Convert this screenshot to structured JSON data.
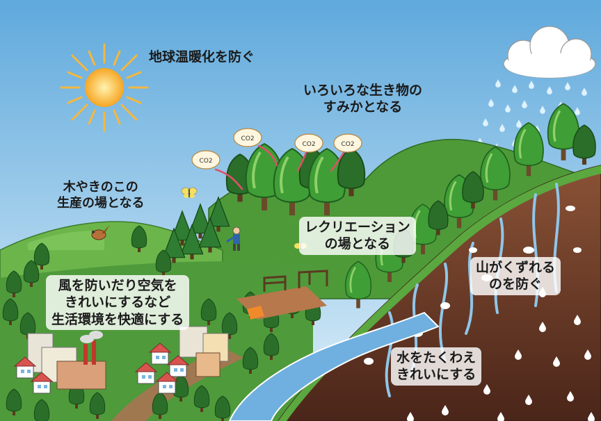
{
  "labels": {
    "prevent_warming": "地球温暖化を防ぐ",
    "habitat": [
      "いろいろな生き物の",
      "すみかとなる"
    ],
    "mushroom": [
      "木やきのこの",
      "生産の場となる"
    ],
    "recreation": [
      "レクリエーション",
      "の場となる"
    ],
    "landslide": [
      "山がくずれる",
      "のを防ぐ"
    ],
    "environment": [
      "風を防いだり空気を",
      "きれいにするなど",
      "生活環境を快適にする"
    ],
    "water": [
      "水をたくわえ",
      "きれいにする"
    ]
  },
  "co2_bubble_text": "CO2",
  "colors": {
    "sky_top": "#5fa9dc",
    "sky_bottom": "#dff0fa",
    "hill": "#5aa83f",
    "tree": "#3f9e35",
    "dark_tree": "#2b6e2a",
    "soil": "#6b3d2a",
    "river": "#6fb0e0",
    "sun": "#f6b73c"
  },
  "icons": [
    "sun-icon",
    "cloud-icon",
    "rain-icon",
    "co2-bubble-icon",
    "tree-icon",
    "house-icon",
    "factory-icon",
    "butterfly-icon",
    "bird-icon",
    "person-icon",
    "playground-icon"
  ]
}
